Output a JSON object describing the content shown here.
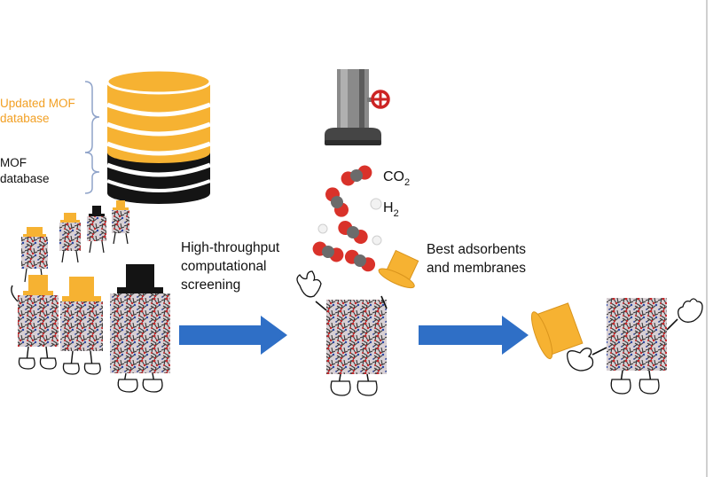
{
  "db_labels": {
    "updated_line1": "Updated MOF",
    "updated_line2": "database",
    "mof_line1": "MOF",
    "mof_line2": "database"
  },
  "step1_label": {
    "line1": "High-throughput",
    "line2": "computational",
    "line3": "screening"
  },
  "step2_label": {
    "line1": "Best adsorbents",
    "line2": "and membranes"
  },
  "gases": {
    "co2_main": "CO",
    "co2_sub": "2",
    "h2_main": "H",
    "h2_sub": "2"
  },
  "colors": {
    "orange": "#f6b232",
    "arrow_blue": "#2f6fc6",
    "black": "#141414",
    "oxygen_red": "#d9322a",
    "carbon_gray": "#6b6b6b"
  }
}
